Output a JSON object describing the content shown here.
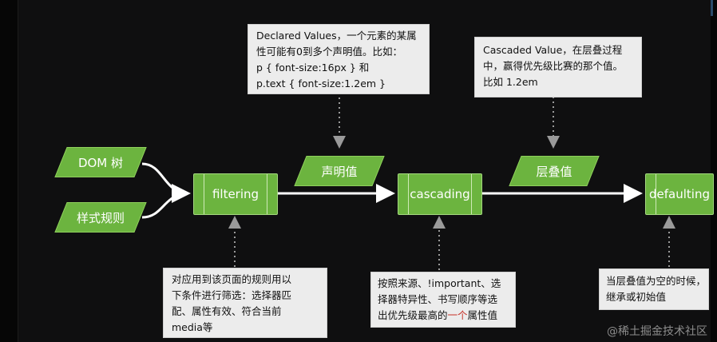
{
  "inputs": {
    "dom": "DOM 树",
    "style": "样式规则"
  },
  "steps": {
    "filtering": "filtering",
    "cascading": "cascading",
    "defaulting": "defaulting"
  },
  "outputs": {
    "declared": "声明值",
    "cascaded": "层叠值"
  },
  "notes": {
    "declared": [
      "Declared Values，一个元素的某属",
      "性可能有0到多个声明值。比如：",
      "p { font-size:16px } 和",
      "p.text { font-size:1.2em }"
    ],
    "cascaded": [
      "Cascaded Value，在层叠过程",
      "中，赢得优先级比赛的那个值。",
      "比如 1.2em"
    ],
    "filtering": [
      "对应用到该页面的规则用以",
      "下条件进行筛选：选择器匹",
      "配、属性有效、符合当前",
      "media等"
    ],
    "cascading": {
      "line1": "按照来源、!important、选",
      "line2": "择器特异性、书写顺序等选",
      "line3_pre": "出优先级最高的",
      "line3_red": "一个",
      "line3_post": "属性值"
    },
    "defaulting": [
      "当层叠值为空的时候，",
      "继承或初始值"
    ]
  },
  "watermark": "@稀土掘金技术社区",
  "colors": {
    "green": "#6cb43f",
    "note_bg": "#ececec",
    "background": "#0f0f10",
    "highlight": "#c7362d"
  }
}
